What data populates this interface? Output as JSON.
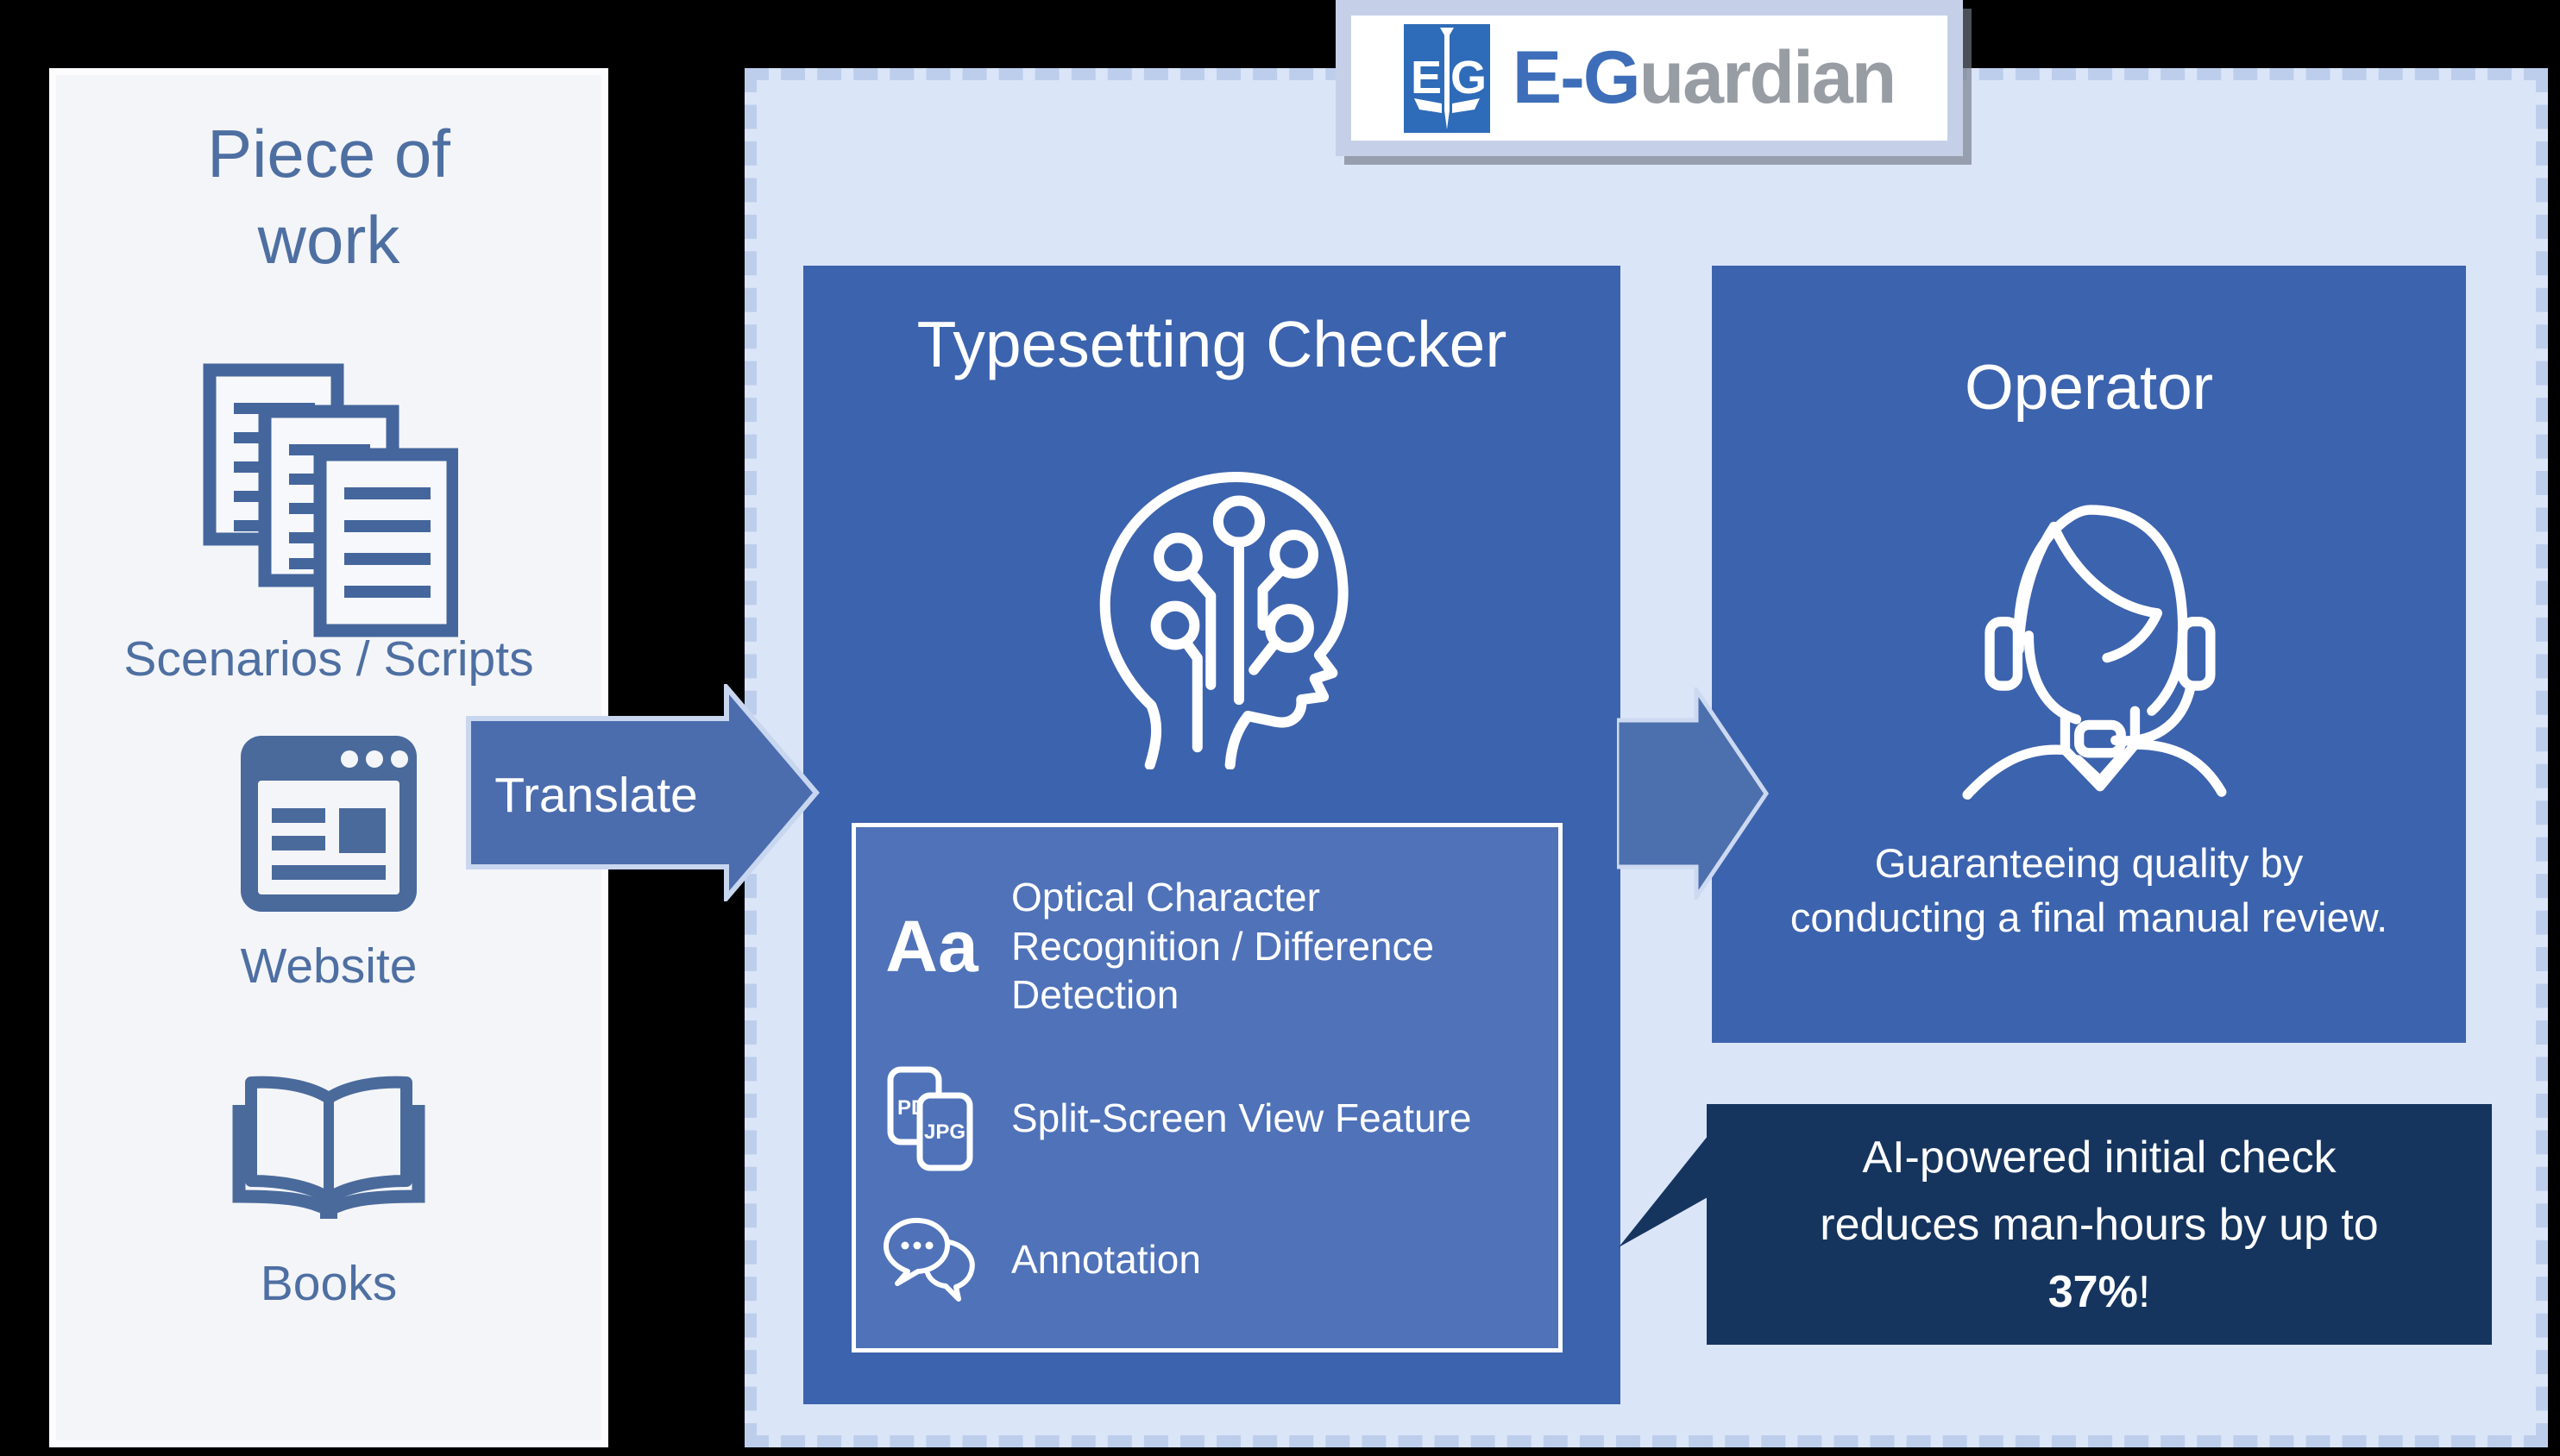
{
  "colors": {
    "panel_blue": "#3c63ae",
    "inner_box_blue": "#4f72b9",
    "light_blue_bg": "#dbe5f8",
    "dash_color": "#bdceec",
    "callout_navy": "#15355f",
    "arrow_blue": "#4b6dae",
    "steel_text_blue": "#4e6fa2",
    "icon_blue": "#47689c",
    "logo_square_blue": "#2e6bb8",
    "logo_text_blue": "#3e6eb9",
    "logo_text_gray": "#989da4"
  },
  "logo": {
    "icon_letters": {
      "left": "E",
      "right": "G"
    },
    "text_blue": "E-G",
    "text_gray": "uardian"
  },
  "source_panel": {
    "title": "Piece of work",
    "items": [
      {
        "icon": "documents-icon",
        "label": "Scenarios / Scripts"
      },
      {
        "icon": "website-icon",
        "label": "Website"
      },
      {
        "icon": "books-icon",
        "label": "Books"
      }
    ]
  },
  "translate_arrow": {
    "label": "Translate"
  },
  "checker_panel": {
    "title": "Typesetting Checker",
    "features": [
      {
        "icon_label": "Aa",
        "text": "Optical Character Recognition / Difference Detection"
      },
      {
        "file_labels": {
          "back": "PDF",
          "front": "JPG"
        },
        "text": "Split-Screen View Feature"
      },
      {
        "text": "Annotation"
      }
    ]
  },
  "operator_panel": {
    "title": "Operator",
    "description": "Guaranteeing quality by conducting a final manual review."
  },
  "callout": {
    "line1": "AI-powered initial check",
    "line2": "reduces man-hours by up to",
    "highlight": "37%",
    "suffix": "!"
  }
}
